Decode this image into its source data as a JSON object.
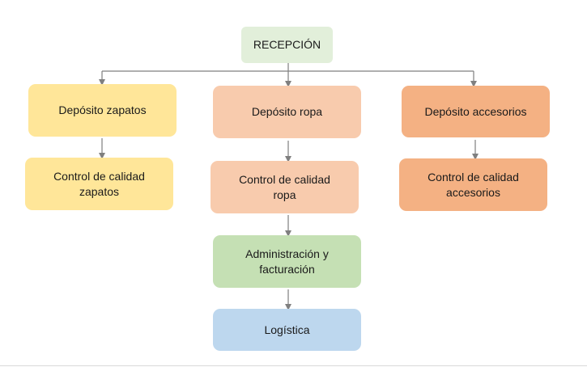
{
  "nodes": {
    "recepcion": {
      "label": "RECEPCIÓN",
      "color": "#e2efda"
    },
    "deposito_zapatos": {
      "label": "Depósito zapatos",
      "color": "#ffe699"
    },
    "deposito_ropa": {
      "label": "Depósito ropa",
      "color": "#f8cbad"
    },
    "deposito_accesorios": {
      "label": "Depósito accesorios",
      "color": "#f4b183"
    },
    "control_zapatos": {
      "label": "Control de calidad\nzapatos",
      "color": "#ffe699"
    },
    "control_ropa": {
      "label": "Control de calidad\nropa",
      "color": "#f8cbad"
    },
    "control_accesorios": {
      "label": "Control de calidad\naccesorios",
      "color": "#f4b183"
    },
    "administracion": {
      "label": "Administración y\nfacturación",
      "color": "#c5e0b4"
    },
    "logistica": {
      "label": "Logística",
      "color": "#bdd7ee"
    }
  },
  "connector_color": "#7f7f7f"
}
